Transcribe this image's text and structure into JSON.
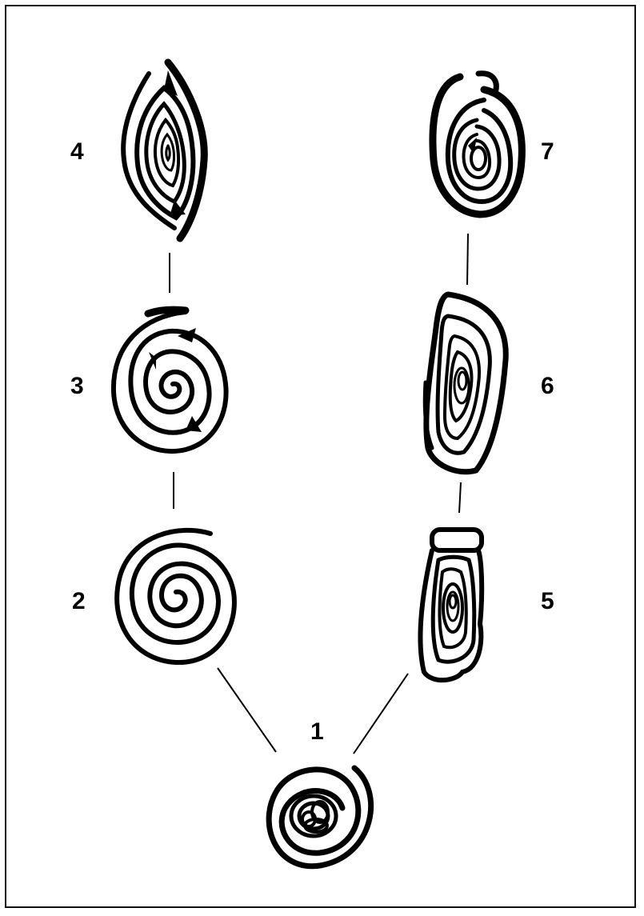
{
  "diagram": {
    "colors": {
      "ink": "#000000",
      "paper": "#ffffff"
    },
    "stages": [
      {
        "number": "1",
        "shape": "tight-spiral-with-knot",
        "icon": "spiral-icon"
      },
      {
        "number": "2",
        "shape": "open-spiral",
        "icon": "spiral-icon"
      },
      {
        "number": "3",
        "shape": "spiral-with-dark-wedges",
        "icon": "spiral-icon"
      },
      {
        "number": "4",
        "shape": "lens-shaped-spiral",
        "icon": "spiral-icon"
      },
      {
        "number": "5",
        "shape": "rectangular-nested-loops",
        "icon": "loop-icon"
      },
      {
        "number": "6",
        "shape": "oval-nested-loops",
        "icon": "loop-icon"
      },
      {
        "number": "7",
        "shape": "egg-shaped-spiral",
        "icon": "spiral-icon"
      }
    ],
    "connections": [
      [
        "1",
        "2"
      ],
      [
        "2",
        "3"
      ],
      [
        "3",
        "4"
      ],
      [
        "1",
        "5"
      ],
      [
        "5",
        "6"
      ],
      [
        "6",
        "7"
      ]
    ]
  }
}
